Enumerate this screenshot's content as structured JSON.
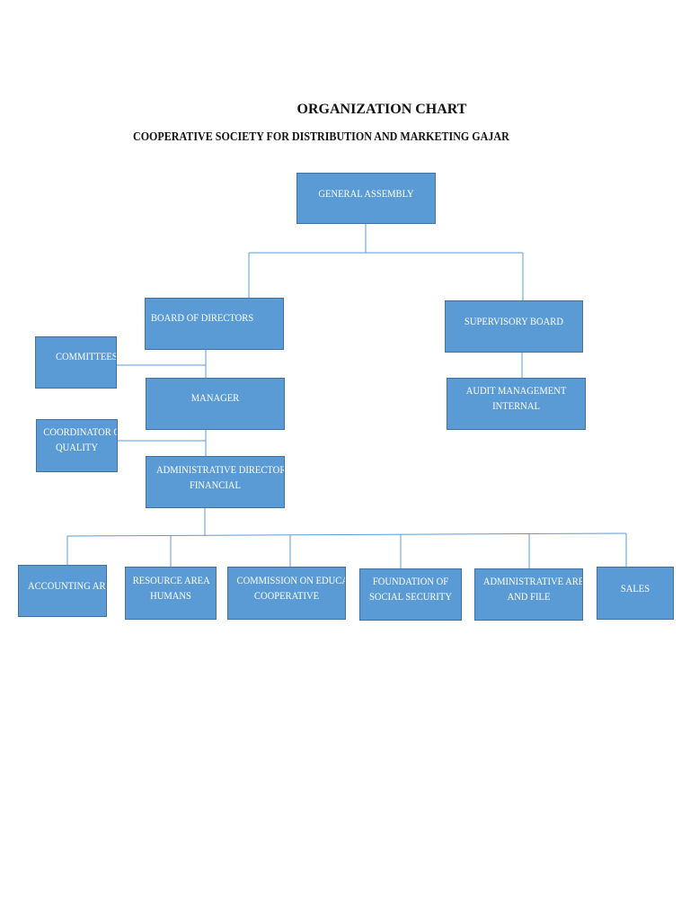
{
  "header": {
    "title": "ORGANIZATION CHART",
    "subtitle": "COOPERATIVE SOCIETY FOR DISTRIBUTION AND MARKETING GAJAR"
  },
  "nodes": {
    "general_assembly": [
      "GENERAL ASSEMBLY"
    ],
    "board_of_directors": [
      "BOARD OF DIRECTORS"
    ],
    "supervisory_board": [
      "SUPERVISORY BOARD"
    ],
    "committees": [
      "COMMITTEES"
    ],
    "manager": [
      "MANAGER"
    ],
    "audit_management": [
      "AUDIT MANAGEMENT",
      "INTERNAL"
    ],
    "coordinator_quality": [
      "COORDINATOR OF",
      "QUALITY"
    ],
    "administrative_director": [
      "ADMINISTRATIVE DIRECTOR",
      "FINANCIAL"
    ],
    "accounting_area": [
      "ACCOUNTING AREA"
    ],
    "resource_area": [
      "RESOURCE AREA",
      "HUMANS"
    ],
    "commission_education": [
      "COMMISSION ON EDUCATION",
      "COOPERATIVE"
    ],
    "foundation_social": [
      "FOUNDATION OF",
      "SOCIAL SECURITY"
    ],
    "administrative_area": [
      "ADMINISTRATIVE AREA",
      "AND FILE"
    ],
    "sales": [
      "SALES"
    ]
  },
  "colors": {
    "box_fill": "#5b9bd5",
    "box_border": "#41719c",
    "connector": "#5b9bd5"
  }
}
